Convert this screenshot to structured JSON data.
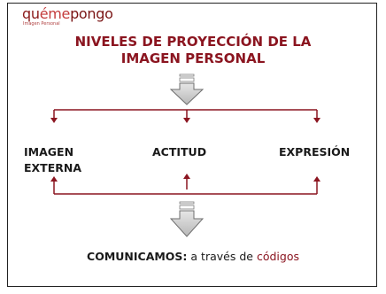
{
  "logo": {
    "part1": "qu",
    "part2": "éme",
    "part3": "pongo",
    "tagline": "Imagen Personal"
  },
  "title": {
    "line1": "NIVELES DE PROYECCIÓN DE LA",
    "line2": "IMAGEN PERSONAL"
  },
  "levels": {
    "imagen_line1": "IMAGEN",
    "imagen_line2": "EXTERNA",
    "actitud": "ACTITUD",
    "expresion": "EXPRESIÓN"
  },
  "conclusion": {
    "bold": "COMUNICAMOS:",
    "middle": "a través de",
    "accent": "códigos"
  },
  "colors": {
    "accent": "#8b1520",
    "arrow_fill": "#c8c8c8",
    "text": "#1a1a1a"
  }
}
